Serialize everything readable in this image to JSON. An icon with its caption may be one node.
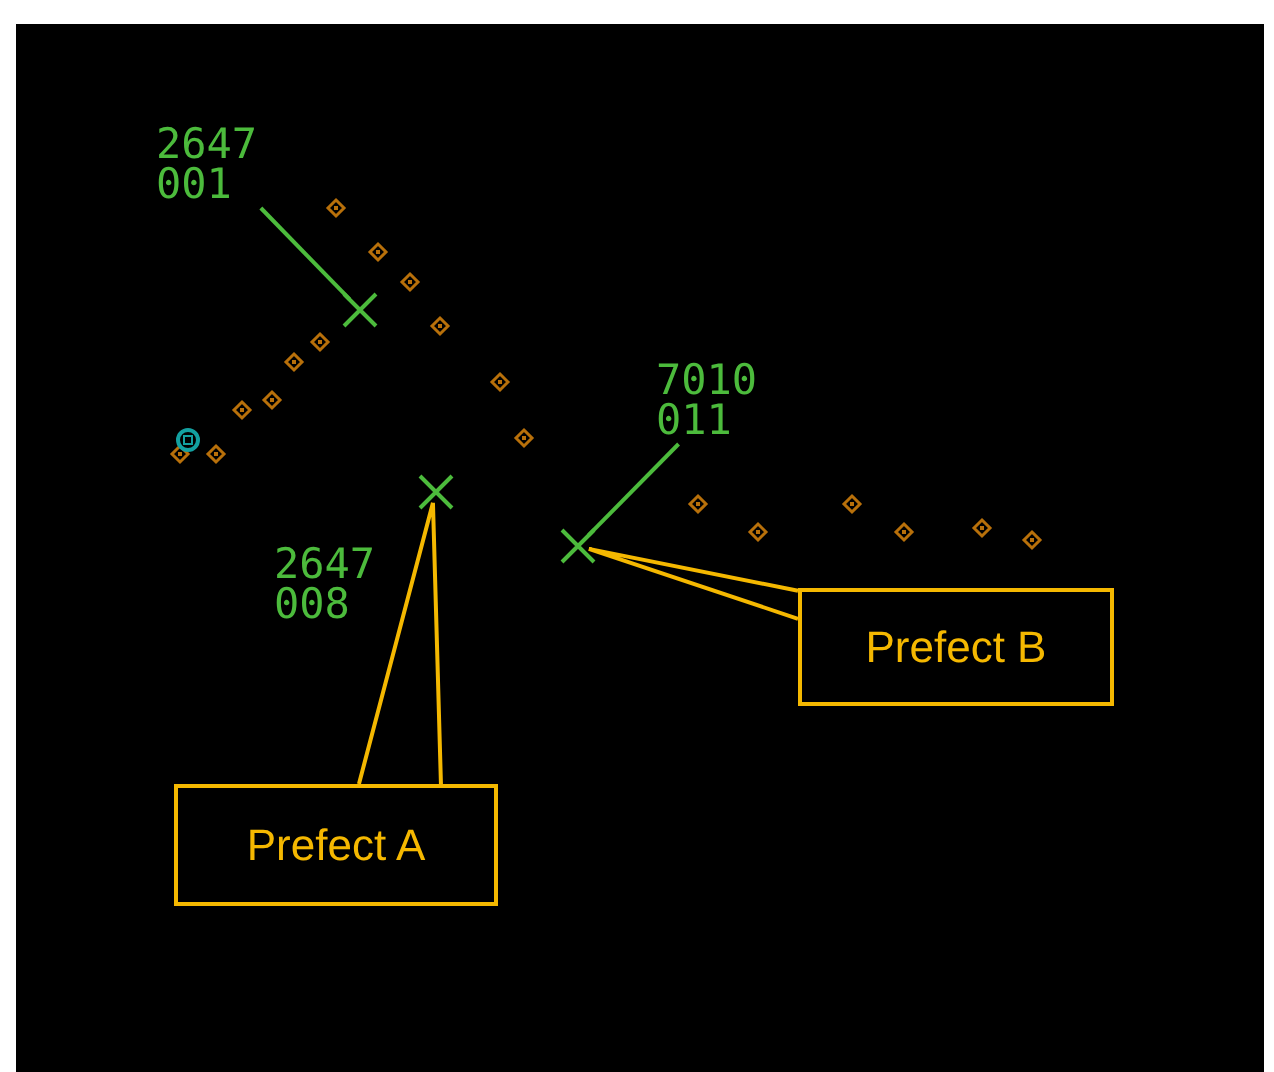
{
  "diagram": {
    "nodes": [
      {
        "text": [
          "2647 001"
        ]
      },
      {
        "text": [],
        "shape": "cross"
      },
      {
        "text": [
          "7010 011"
        ]
      },
      {
        "text": [],
        "shape": "cross"
      },
      {
        "text": [],
        "shape": "cross"
      },
      {
        "text": [
          "Prefect B"
        ]
      },
      {
        "text": [
          "Prefect A"
        ]
      }
    ],
    "edges": [
      {
        "from": 0,
        "to": 1,
        "arrow": "none"
      },
      {
        "from": 2,
        "to": 4,
        "arrow": "none"
      },
      {
        "from": 5,
        "to": 4,
        "arrow": "none",
        "color": "#f5b800"
      },
      {
        "from": 6,
        "to": 3,
        "arrow": "none",
        "color": "#f5b800"
      }
    ],
    "labels": [
      "2647 008"
    ]
  }
}
